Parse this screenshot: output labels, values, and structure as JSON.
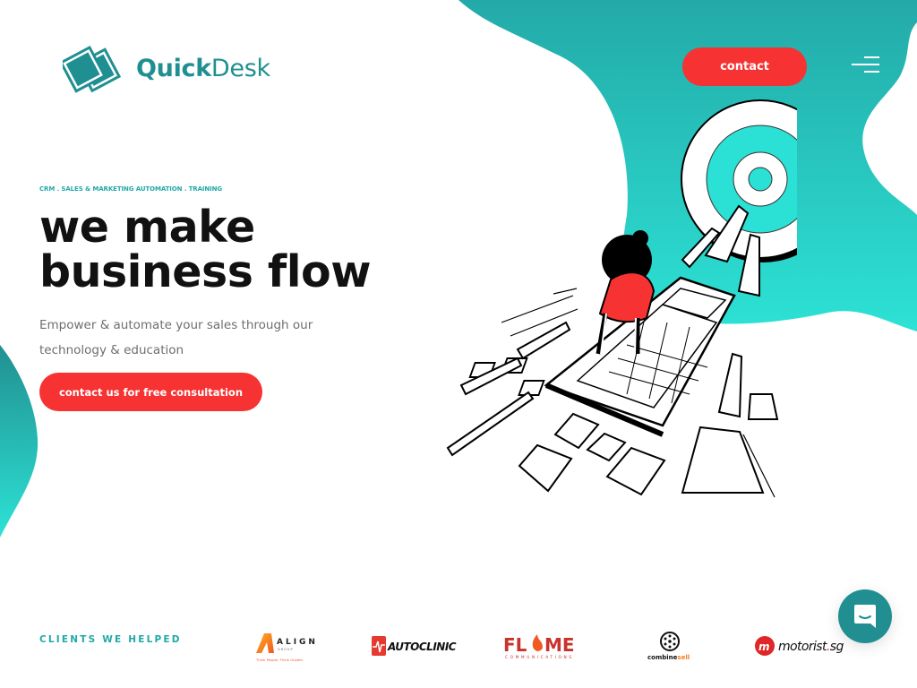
{
  "header": {
    "brand": {
      "part1": "Quick",
      "part2": "Desk"
    },
    "contact_label": "contact",
    "menu_icon": "hamburger-menu-icon"
  },
  "hero": {
    "tagline": "CRM . SALES & MARKETING AUTOMATION . TRAINING",
    "headline_line1": "we make",
    "headline_line2": "business flow",
    "subtext": "Empower & automate your sales through our technology & education",
    "cta_label": "contact us for free consultation"
  },
  "clients": {
    "label": "CLIENTS WE HELPED",
    "logos": [
      {
        "name": "ALIGN",
        "sub": "GROUP",
        "slogan": "Think People. Think Growth."
      },
      {
        "name": "AUTOCLINIC"
      },
      {
        "name": "FLAME",
        "sub": "COMMUNICATIONS"
      },
      {
        "name": "combine",
        "name2": "sell"
      },
      {
        "name": "motorist.sg"
      }
    ]
  },
  "chat": {
    "icon": "chat-bubble-icon"
  },
  "colors": {
    "teal_dark": "#23a9a7",
    "teal_light": "#2be0d4",
    "brand_teal": "#1f8f92",
    "accent_red": "#f73232",
    "headline": "#111111",
    "body_text": "#6e6e6e"
  }
}
